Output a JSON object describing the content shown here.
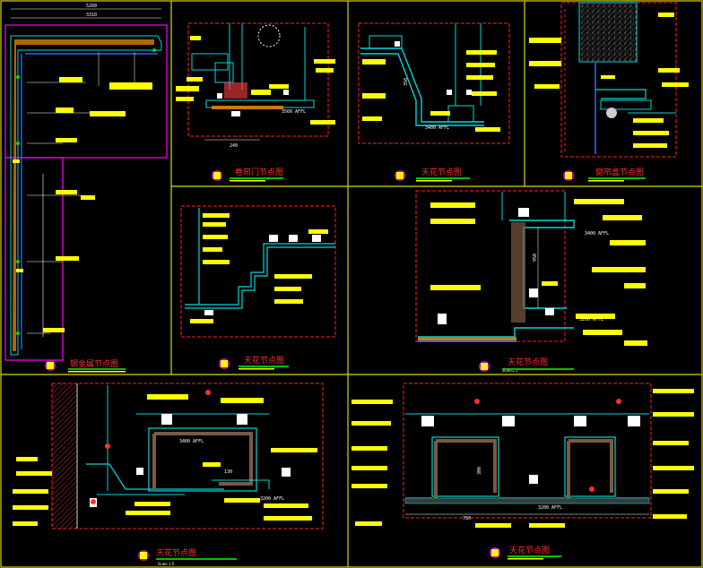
{
  "colors": {
    "background": "#000000",
    "frame": "#d8d800",
    "label_fill": "#ffff00",
    "leader": "#ffffff",
    "detail_border": "#ff2020",
    "structure": "#00d8d8",
    "title_line_primary": "#00c000",
    "title_line_secondary": "#ffff00",
    "badge": "#c000c0",
    "magenta_box": "#ff00ff"
  },
  "panels": [
    {
      "id": "p1",
      "title": "钢金属节点图",
      "scale": "",
      "dims": [
        "5260",
        "3310"
      ]
    },
    {
      "id": "p2",
      "title": "卷帘门节点图",
      "scale": "",
      "dims": [
        "240",
        "3560 AFFL"
      ]
    },
    {
      "id": "p3",
      "title": "天花节点图",
      "scale": "",
      "dims": [
        "350",
        "3400 AFFL"
      ]
    },
    {
      "id": "p4",
      "title": "窗帘盒节点图",
      "scale": "",
      "dims": []
    },
    {
      "id": "p5",
      "title": "天花节点图",
      "scale": "",
      "dims": []
    },
    {
      "id": "p6",
      "title": "天花节点图",
      "scale": "Scale1:5",
      "dims": [
        "3400 AFFL",
        "3200 AFFL",
        "950"
      ]
    },
    {
      "id": "p7",
      "title": "天花节点图",
      "scale": "Scale 1:5",
      "dims": [
        "3400 AFFL",
        "3200 AFFL",
        "130"
      ]
    },
    {
      "id": "p8",
      "title": "天花节点图",
      "scale": "",
      "dims": [
        "3200 AFFL",
        "300",
        "750"
      ]
    }
  ]
}
